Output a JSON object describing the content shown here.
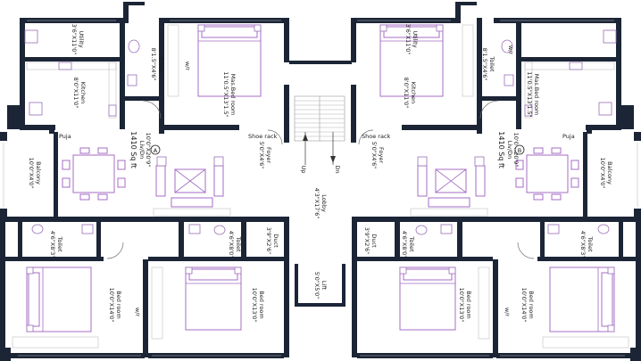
{
  "rooms": {
    "a_utility": [
      "Utility",
      "3'6\"X11'0\""
    ],
    "a_kitchen": [
      "Kitchen",
      "8'0\"X11'0\""
    ],
    "a_toilet_top": [
      "Toilet",
      "8'1.5\"X4'6\""
    ],
    "a_master": [
      "Mas.Bed room",
      "11'0.5\"X13'1.5\""
    ],
    "a_living": [
      "Liv/Dn",
      "10'0\"X20'9\""
    ],
    "a_balcony": [
      "Balcony",
      "10'0\"X4'0\""
    ],
    "a_foyer": [
      "Foyer",
      "5'0\"X4'6\""
    ],
    "a_toilet_bl": [
      "Toilet",
      "4'6\"X8'3\""
    ],
    "a_toilet_bm": [
      "Toilet",
      "4'6\"X8'0\""
    ],
    "a_duct": [
      "Duct",
      "3'9\"X2'6\""
    ],
    "a_bed_left": [
      "Bed room",
      "10'0\"X14'0\""
    ],
    "a_bed_mid": [
      "Bed room",
      "10'0\"X13'0\""
    ],
    "b_utility": [
      "Utility",
      "3'6\"X11'0\""
    ],
    "b_kitchen": [
      "Kitchen",
      "8'0\"X11'0\""
    ],
    "b_toilet_top": [
      "Toilet",
      "8'1.5\"X4'6\""
    ],
    "b_master": [
      "Mas.Bed room",
      "11'0.5\"X13'1.5\""
    ],
    "b_living": [
      "Liv/Dn",
      "10'0\"X20'9\""
    ],
    "b_balcony": [
      "Balcony",
      "10'0\"X4'0\""
    ],
    "b_foyer": [
      "Foyer",
      "5'0\"X4'6\""
    ],
    "b_toilet_br": [
      "Toilet",
      "4'6\"X8'3\""
    ],
    "b_toilet_bm": [
      "Toilet",
      "4'6\"X8'0\""
    ],
    "b_duct": [
      "Duct",
      "3'9\"X2'6\""
    ],
    "b_bed_right": [
      "Bed room",
      "10'0\"X14'0\""
    ],
    "b_bed_mid": [
      "Bed room",
      "10'0\"X13'0\""
    ],
    "lobby": [
      "Lobby",
      "4'3\"X17'6\""
    ],
    "lift": [
      "Lift",
      "5'0\"X5'0\""
    ]
  },
  "labels": {
    "puja": "Puja",
    "shoe_rack": "Shoe rack",
    "wr": "w/r",
    "up": "Up",
    "dn": "Dn",
    "unit_a_area": "1410 Sq ft",
    "unit_b_area": "1410 Sq ft",
    "unit_a_tag": "A",
    "unit_b_tag": "B"
  }
}
